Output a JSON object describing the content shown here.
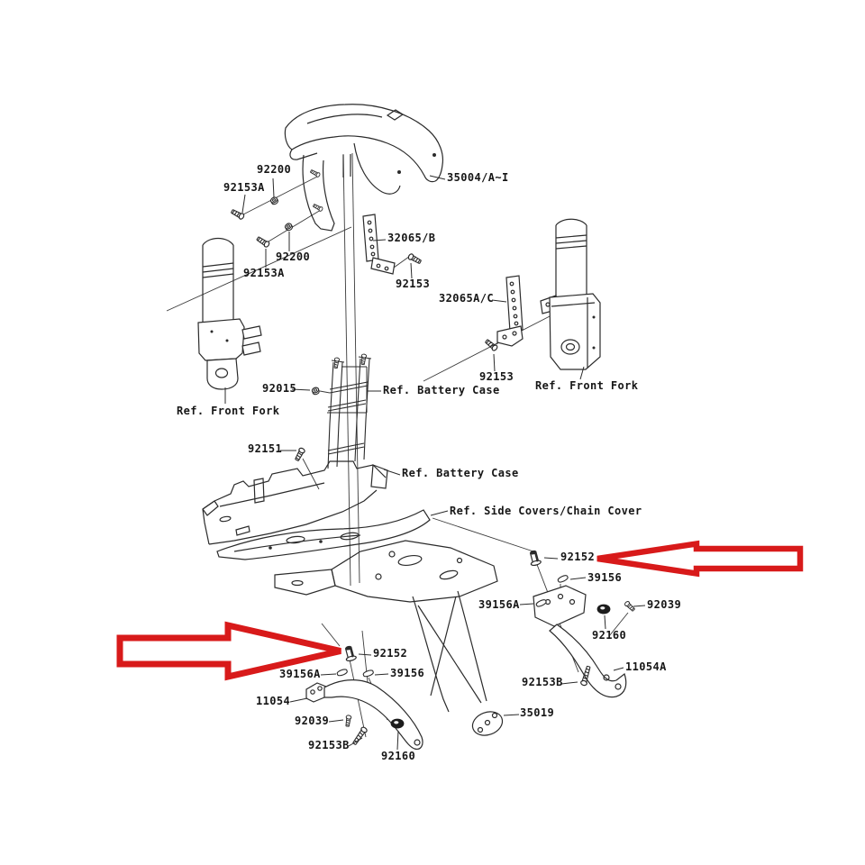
{
  "meta": {
    "type": "exploded-parts-diagram",
    "subject": "Motorcycle front fender and rear fender stay assembly parts diagram"
  },
  "colors": {
    "background": "#ffffff",
    "line": "#2b2b2b",
    "label_text": "#161616",
    "highlight_arrow": "#d81a1a"
  },
  "labels": [
    {
      "id": "92200-top",
      "text": "92200"
    },
    {
      "id": "92153a-top",
      "text": "92153A"
    },
    {
      "id": "92200-mid",
      "text": "92200"
    },
    {
      "id": "92153a-mid",
      "text": "92153A"
    },
    {
      "id": "35004",
      "text": "35004/A~I"
    },
    {
      "id": "32065b",
      "text": "32065/B"
    },
    {
      "id": "92153-top",
      "text": "92153"
    },
    {
      "id": "32065ac",
      "text": "32065A/C"
    },
    {
      "id": "92153-mid",
      "text": "92153"
    },
    {
      "id": "ref-front-fork-right",
      "text": "Ref. Front Fork"
    },
    {
      "id": "ref-front-fork-left",
      "text": "Ref. Front Fork"
    },
    {
      "id": "92015",
      "text": "92015"
    },
    {
      "id": "ref-battery-case-top",
      "text": "Ref. Battery Case"
    },
    {
      "id": "92151",
      "text": "92151"
    },
    {
      "id": "ref-battery-case-mid",
      "text": "Ref. Battery Case"
    },
    {
      "id": "ref-side-covers",
      "text": "Ref. Side Covers/Chain Cover"
    },
    {
      "id": "92152-right",
      "text": "92152"
    },
    {
      "id": "39156-right",
      "text": "39156"
    },
    {
      "id": "39156a-right",
      "text": "39156A"
    },
    {
      "id": "92039-right",
      "text": "92039"
    },
    {
      "id": "92160-right",
      "text": "92160"
    },
    {
      "id": "11054a",
      "text": "11054A"
    },
    {
      "id": "92153b-right",
      "text": "92153B"
    },
    {
      "id": "35019",
      "text": "35019"
    },
    {
      "id": "92152-left",
      "text": "92152"
    },
    {
      "id": "39156a-left",
      "text": "39156A"
    },
    {
      "id": "39156-left",
      "text": "39156"
    },
    {
      "id": "11054",
      "text": "11054"
    },
    {
      "id": "92039-left",
      "text": "92039"
    },
    {
      "id": "92153b-left",
      "text": "92153B"
    },
    {
      "id": "92160-left",
      "text": "92160"
    }
  ],
  "highlight_arrows": [
    {
      "id": "arrow-right",
      "direction": "pointing-left",
      "target_part": "92152"
    },
    {
      "id": "arrow-left",
      "direction": "pointing-right",
      "target_part": "92152"
    }
  ]
}
